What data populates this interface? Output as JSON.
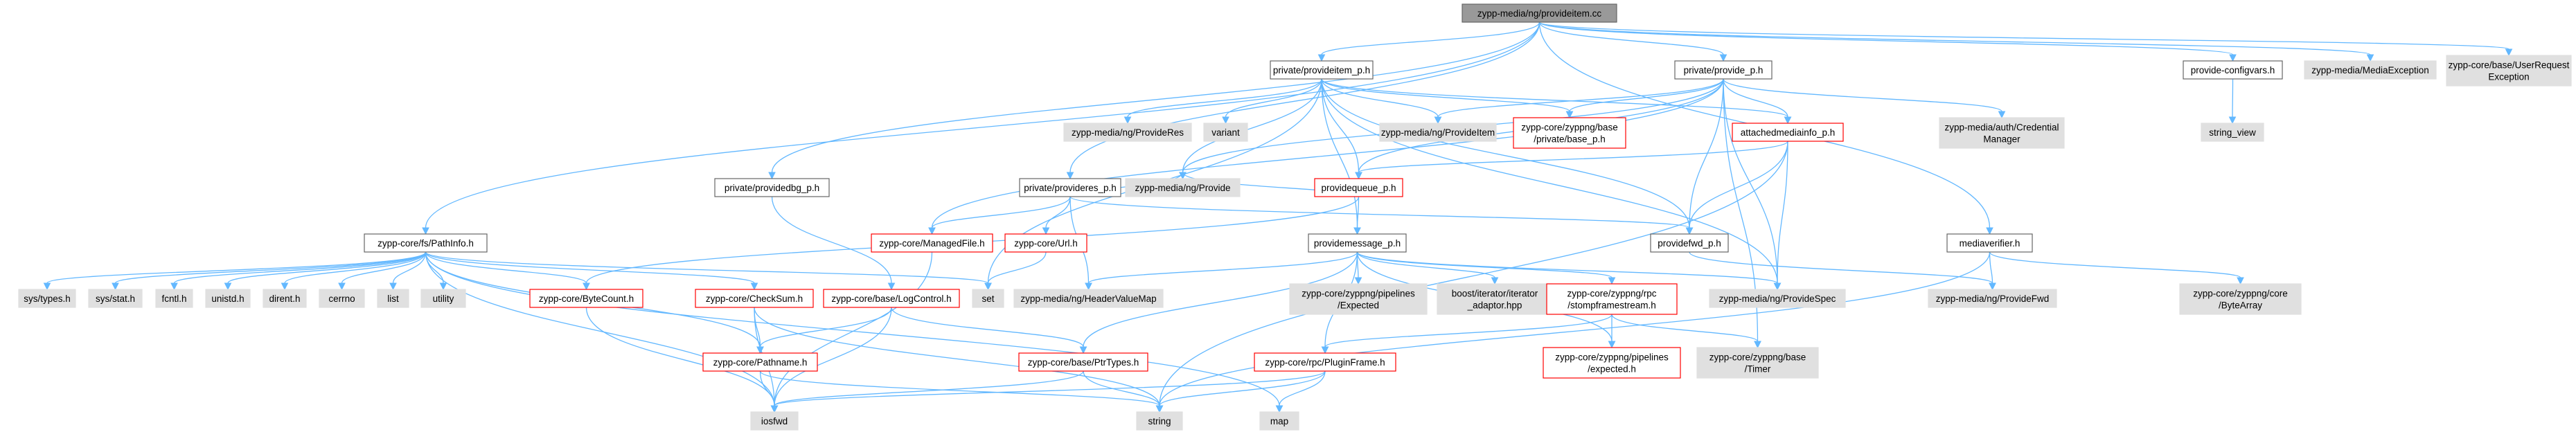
{
  "colors": {
    "edge": "#63b8ff",
    "root_fill": "#999999",
    "root_stroke": "#666666",
    "normal_fill": "#ffffff",
    "normal_stroke": "#666666",
    "external_fill": "#e0e0e0",
    "external_stroke": "#e0e0e0",
    "linked_stroke": "#ff0000"
  },
  "nodes": {
    "root": {
      "label": [
        "zypp-media/ng/provideitem.cc"
      ],
      "kind": "root"
    },
    "provideitem_p": {
      "label": [
        "private/provideitem_p.h"
      ],
      "kind": "normal"
    },
    "provide_p": {
      "label": [
        "private/provide_p.h"
      ],
      "kind": "normal"
    },
    "provide_configvars": {
      "label": [
        "provide-configvars.h"
      ],
      "kind": "normal"
    },
    "media_exception": {
      "label": [
        "zypp-media/MediaException"
      ],
      "kind": "external"
    },
    "user_request_exception": {
      "label": [
        "zypp-core/base/UserRequest",
        "Exception"
      ],
      "kind": "external"
    },
    "providedbg_p": {
      "label": [
        "private/providedbg_p.h"
      ],
      "kind": "normal"
    },
    "provideres_p": {
      "label": [
        "private/provideres_p.h"
      ],
      "kind": "normal"
    },
    "pathinfo": {
      "label": [
        "zypp-core/fs/PathInfo.h"
      ],
      "kind": "normal"
    },
    "mediaverifier": {
      "label": [
        "mediaverifier.h"
      ],
      "kind": "normal"
    },
    "ng_provideres": {
      "label": [
        "zypp-media/ng/ProvideRes"
      ],
      "kind": "external"
    },
    "variant": {
      "label": [
        "variant"
      ],
      "kind": "external"
    },
    "ng_provideitem": {
      "label": [
        "zypp-media/ng/ProvideItem"
      ],
      "kind": "external"
    },
    "base_p": {
      "label": [
        "zypp-core/zyppng/base",
        "/private/base_p.h"
      ],
      "kind": "linked"
    },
    "attachedmediainfo_p": {
      "label": [
        "attachedmediainfo_p.h"
      ],
      "kind": "linked"
    },
    "credential_manager": {
      "label": [
        "zypp-media/auth/Credential",
        "Manager"
      ],
      "kind": "external"
    },
    "string_view": {
      "label": [
        "string_view"
      ],
      "kind": "external"
    },
    "providequeue_p": {
      "label": [
        "providequeue_p.h"
      ],
      "kind": "linked"
    },
    "managedfile": {
      "label": [
        "zypp-core/ManagedFile.h"
      ],
      "kind": "linked"
    },
    "url": {
      "label": [
        "zypp-core/Url.h"
      ],
      "kind": "linked"
    },
    "ng_provide": {
      "label": [
        "zypp-media/ng/Provide"
      ],
      "kind": "external"
    },
    "providefwd_p": {
      "label": [
        "providefwd_p.h"
      ],
      "kind": "normal"
    },
    "providemessage_p": {
      "label": [
        "providemessage_p.h"
      ],
      "kind": "normal"
    },
    "sys_types": {
      "label": [
        "sys/types.h"
      ],
      "kind": "external"
    },
    "sys_stat": {
      "label": [
        "sys/stat.h"
      ],
      "kind": "external"
    },
    "fcntl": {
      "label": [
        "fcntl.h"
      ],
      "kind": "external"
    },
    "unistd": {
      "label": [
        "unistd.h"
      ],
      "kind": "external"
    },
    "dirent": {
      "label": [
        "dirent.h"
      ],
      "kind": "external"
    },
    "cerrno": {
      "label": [
        "cerrno"
      ],
      "kind": "external"
    },
    "list": {
      "label": [
        "list"
      ],
      "kind": "external"
    },
    "utility": {
      "label": [
        "utility"
      ],
      "kind": "external"
    },
    "bytecount": {
      "label": [
        "zypp-core/ByteCount.h"
      ],
      "kind": "linked"
    },
    "checksum": {
      "label": [
        "zypp-core/CheckSum.h"
      ],
      "kind": "linked"
    },
    "logcontrol": {
      "label": [
        "zypp-core/base/LogControl.h"
      ],
      "kind": "linked"
    },
    "set": {
      "label": [
        "set"
      ],
      "kind": "external"
    },
    "headervaluemap": {
      "label": [
        "zypp-media/ng/HeaderValueMap"
      ],
      "kind": "external"
    },
    "pipelines_expected_ext": {
      "label": [
        "zypp-core/zyppng/pipelines",
        "/Expected"
      ],
      "kind": "external"
    },
    "iterator_adaptor": {
      "label": [
        "boost/iterator/iterator",
        "_adaptor.hpp"
      ],
      "kind": "external"
    },
    "stompframestream": {
      "label": [
        "zypp-core/zyppng/rpc",
        "/stompframestream.h"
      ],
      "kind": "linked"
    },
    "ng_providespec": {
      "label": [
        "zypp-media/ng/ProvideSpec"
      ],
      "kind": "external"
    },
    "ng_providefwd": {
      "label": [
        "zypp-media/ng/ProvideFwd"
      ],
      "kind": "external"
    },
    "bytearray": {
      "label": [
        "zypp-core/zyppng/core",
        "/ByteArray"
      ],
      "kind": "external"
    },
    "pathname": {
      "label": [
        "zypp-core/Pathname.h"
      ],
      "kind": "linked"
    },
    "ptrtypes": {
      "label": [
        "zypp-core/base/PtrTypes.h"
      ],
      "kind": "linked"
    },
    "pluginframe": {
      "label": [
        "zypp-core/rpc/PluginFrame.h"
      ],
      "kind": "linked"
    },
    "pipelines_expected_h": {
      "label": [
        "zypp-core/zyppng/pipelines",
        "/expected.h"
      ],
      "kind": "linked"
    },
    "timer": {
      "label": [
        "zypp-core/zyppng/base",
        "/Timer"
      ],
      "kind": "external"
    },
    "iosfwd": {
      "label": [
        "iosfwd"
      ],
      "kind": "external"
    },
    "string": {
      "label": [
        "string"
      ],
      "kind": "external"
    },
    "map": {
      "label": [
        "map"
      ],
      "kind": "external"
    }
  },
  "edges": [
    [
      "root",
      "provideitem_p"
    ],
    [
      "root",
      "provide_p"
    ],
    [
      "root",
      "provide_configvars"
    ],
    [
      "root",
      "media_exception"
    ],
    [
      "root",
      "user_request_exception"
    ],
    [
      "root",
      "providedbg_p"
    ],
    [
      "root",
      "provideres_p"
    ],
    [
      "root",
      "pathinfo"
    ],
    [
      "root",
      "mediaverifier"
    ],
    [
      "provideitem_p",
      "ng_provideres"
    ],
    [
      "provideitem_p",
      "variant"
    ],
    [
      "provideitem_p",
      "ng_provideitem"
    ],
    [
      "provideitem_p",
      "base_p"
    ],
    [
      "provideitem_p",
      "attachedmediainfo_p"
    ],
    [
      "provideitem_p",
      "providequeue_p"
    ],
    [
      "provideitem_p",
      "providemessage_p"
    ],
    [
      "provideitem_p",
      "providefwd_p"
    ],
    [
      "provideitem_p",
      "ng_providespec"
    ],
    [
      "provideitem_p",
      "set"
    ],
    [
      "provideitem_p",
      "ng_provide"
    ],
    [
      "provide_p",
      "ng_provideitem"
    ],
    [
      "provide_p",
      "base_p"
    ],
    [
      "provide_p",
      "attachedmediainfo_p"
    ],
    [
      "provide_p",
      "credential_manager"
    ],
    [
      "provide_p",
      "providequeue_p"
    ],
    [
      "provide_p",
      "providefwd_p"
    ],
    [
      "provide_p",
      "ng_provide"
    ],
    [
      "provide_p",
      "managedfile"
    ],
    [
      "provide_p",
      "ng_providespec"
    ],
    [
      "provide_p",
      "timer"
    ],
    [
      "provide_configvars",
      "string_view"
    ],
    [
      "attachedmediainfo_p",
      "providequeue_p"
    ],
    [
      "attachedmediainfo_p",
      "providefwd_p"
    ],
    [
      "attachedmediainfo_p",
      "ng_providespec"
    ],
    [
      "attachedmediainfo_p",
      "string"
    ],
    [
      "providequeue_p",
      "ng_provide"
    ],
    [
      "providequeue_p",
      "providemessage_p"
    ],
    [
      "providequeue_p",
      "bytecount"
    ],
    [
      "provideres_p",
      "managedfile"
    ],
    [
      "provideres_p",
      "url"
    ],
    [
      "provideres_p",
      "ng_provide"
    ],
    [
      "provideres_p",
      "headervaluemap"
    ],
    [
      "provideres_p",
      "providefwd_p"
    ],
    [
      "providedbg_p",
      "logcontrol"
    ],
    [
      "managedfile",
      "iosfwd"
    ],
    [
      "url",
      "set"
    ],
    [
      "providefwd_p",
      "ng_providefwd"
    ],
    [
      "providemessage_p",
      "headervaluemap"
    ],
    [
      "providemessage_p",
      "pipelines_expected_ext"
    ],
    [
      "providemessage_p",
      "iterator_adaptor"
    ],
    [
      "providemessage_p",
      "stompframestream"
    ],
    [
      "providemessage_p",
      "ng_providespec"
    ],
    [
      "providemessage_p",
      "pluginframe"
    ],
    [
      "providemessage_p",
      "pipelines_expected_h"
    ],
    [
      "providemessage_p",
      "ptrtypes"
    ],
    [
      "pathinfo",
      "sys_types"
    ],
    [
      "pathinfo",
      "sys_stat"
    ],
    [
      "pathinfo",
      "fcntl"
    ],
    [
      "pathinfo",
      "unistd"
    ],
    [
      "pathinfo",
      "dirent"
    ],
    [
      "pathinfo",
      "cerrno"
    ],
    [
      "pathinfo",
      "list"
    ],
    [
      "pathinfo",
      "utility"
    ],
    [
      "pathinfo",
      "bytecount"
    ],
    [
      "pathinfo",
      "checksum"
    ],
    [
      "pathinfo",
      "pathname"
    ],
    [
      "pathinfo",
      "iosfwd"
    ],
    [
      "pathinfo",
      "set"
    ],
    [
      "pathinfo",
      "map"
    ],
    [
      "bytecount",
      "iosfwd"
    ],
    [
      "checksum",
      "iosfwd"
    ],
    [
      "checksum",
      "string"
    ],
    [
      "checksum",
      "pathname"
    ],
    [
      "logcontrol",
      "iosfwd"
    ],
    [
      "logcontrol",
      "ptrtypes"
    ],
    [
      "logcontrol",
      "pathname"
    ],
    [
      "pathname",
      "iosfwd"
    ],
    [
      "pathname",
      "string"
    ],
    [
      "ptrtypes",
      "iosfwd"
    ],
    [
      "ptrtypes",
      "string"
    ],
    [
      "stompframestream",
      "pluginframe"
    ],
    [
      "stompframestream",
      "pipelines_expected_h"
    ],
    [
      "stompframestream",
      "timer"
    ],
    [
      "pluginframe",
      "iosfwd"
    ],
    [
      "pluginframe",
      "string"
    ],
    [
      "pluginframe",
      "map"
    ],
    [
      "mediaverifier",
      "ng_providefwd"
    ],
    [
      "mediaverifier",
      "bytearray"
    ],
    [
      "mediaverifier",
      "string"
    ]
  ]
}
